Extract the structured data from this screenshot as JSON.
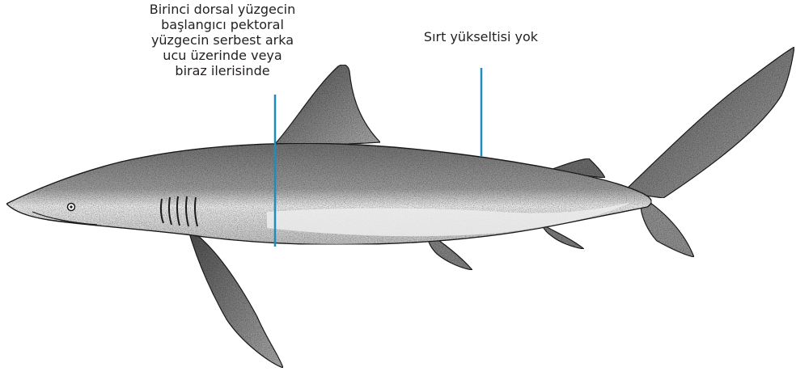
{
  "labels": {
    "dorsal_fin_origin": {
      "lines": [
        "Birinci dorsal yüzgecin",
        "başlangıcı pektoral",
        "yüzgecin serbest arka",
        "ucu üzerinde veya",
        "biraz ilerisinde"
      ]
    },
    "no_ridge": {
      "lines": [
        "Sırt yükseltisi yok"
      ]
    }
  },
  "colors": {
    "leader_line": "#1e8bc3",
    "text": "#231f20",
    "shark_light": "#c9c9c9",
    "shark_dark": "#2b2b2b"
  }
}
